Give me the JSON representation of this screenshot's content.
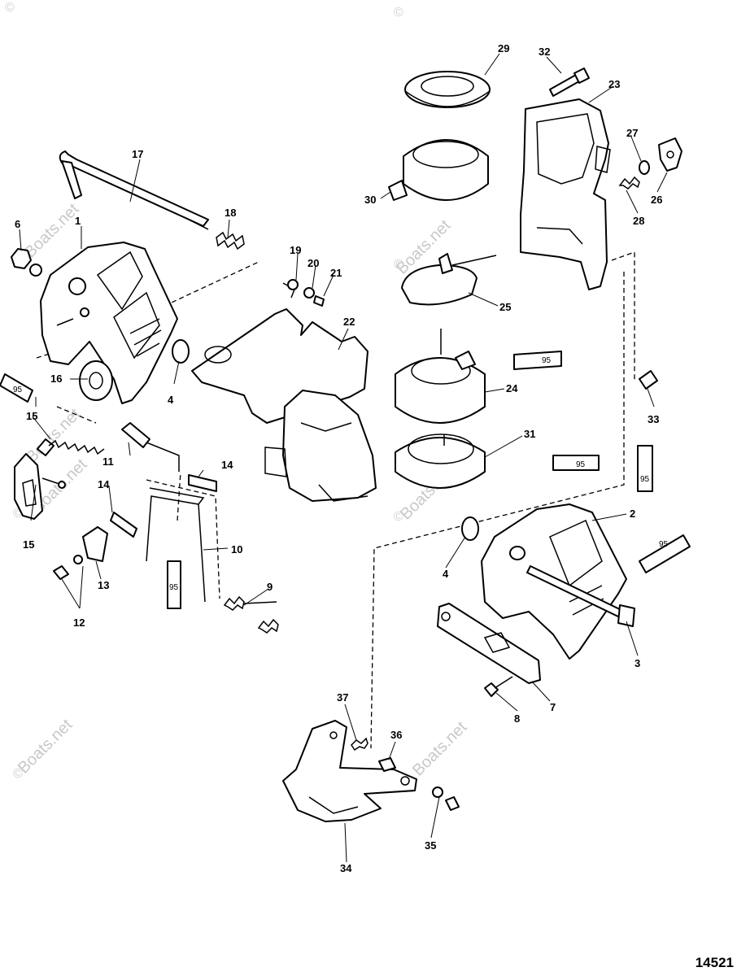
{
  "watermark": "Boats.net",
  "copyright_symbol": "©",
  "figure_number": "14521",
  "sealant_label": "95",
  "labels": {
    "l1": "1",
    "l2": "2",
    "l3": "3",
    "l4a": "4",
    "l4b": "4",
    "l6": "6",
    "l7": "7",
    "l8": "8",
    "l9": "9",
    "l10": "10",
    "l11": "11",
    "l12": "12",
    "l13": "13",
    "l14a": "14",
    "l14b": "14",
    "l15a": "15",
    "l15b": "15",
    "l16": "16",
    "l17": "17",
    "l18": "18",
    "l19": "19",
    "l20": "20",
    "l21": "21",
    "l22": "22",
    "l23": "23",
    "l24": "24",
    "l25": "25",
    "l26": "26",
    "l27": "27",
    "l28": "28",
    "l29": "29",
    "l30": "30",
    "l31": "31",
    "l32": "32",
    "l33": "33",
    "l34": "34",
    "l35": "35",
    "l36": "36",
    "l37": "37"
  }
}
